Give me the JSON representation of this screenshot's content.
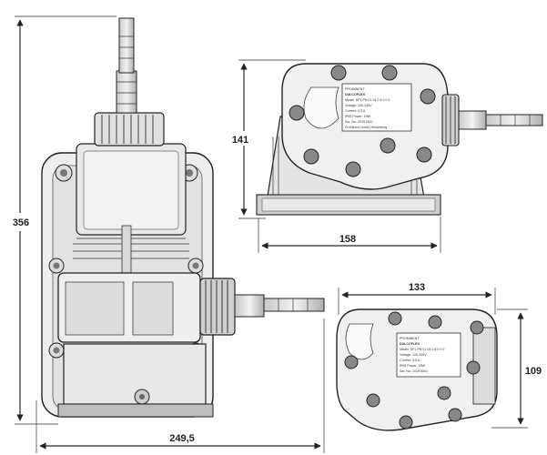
{
  "dimensions": {
    "front_height": "356",
    "front_width": "249,5",
    "side_height": "141",
    "side_width": "158",
    "top_width": "133",
    "top_height": "109"
  },
  "label_text": {
    "brand": "PROMINENT",
    "model": "DULCOFLEX",
    "line1": "Model: DFL PN 01 04 0 8 0 0 0",
    "line2": "Voltage: 100-240V",
    "line3": "Current: 0.5 A",
    "line4": "IP65  Power: 18W",
    "line5": "Ser. No: 2019 0001",
    "line6": "ProMinent GmbH Heidelberg"
  },
  "colors": {
    "line": "#2a2a2a",
    "body": "#e6e6e6",
    "body_dark": "#9a9a9a",
    "screw": "#6a6a6a"
  }
}
